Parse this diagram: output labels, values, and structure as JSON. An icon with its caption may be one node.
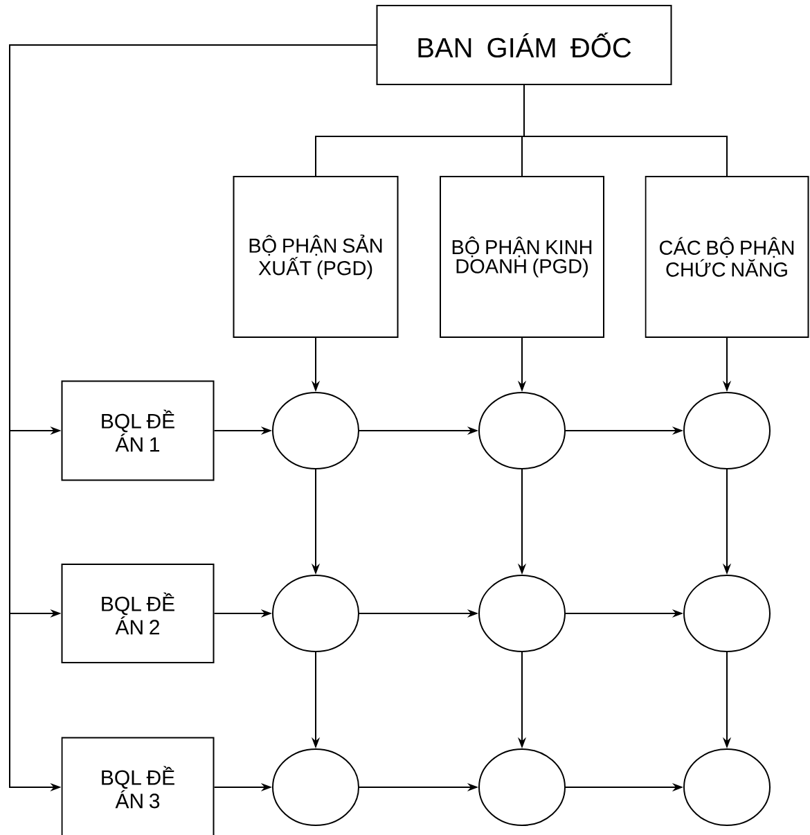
{
  "diagram": {
    "nodes": [
      {
        "text": [
          "BAN GIÁM ĐỐC"
        ]
      },
      {
        "text": [
          "BỘ PHẬN SẢN XUẤT (PGD)"
        ]
      },
      {
        "text": [
          "BỘ PHẬN KINH DOANH (PGD)"
        ]
      },
      {
        "text": [
          "CÁC BỘ PHẬN CHỨC NĂNG"
        ]
      },
      {
        "text": [
          "BQL ĐỀ ÁN 1"
        ]
      },
      {
        "text": [],
        "shape": "circle"
      },
      {
        "text": [],
        "shape": "circle"
      },
      {
        "text": [],
        "shape": "circle"
      },
      {
        "text": [
          "BQL ĐỀ ÁN 2"
        ]
      },
      {
        "text": [],
        "shape": "circle"
      },
      {
        "text": [],
        "shape": "circle"
      },
      {
        "text": [],
        "shape": "circle"
      },
      {
        "text": [
          "BQL ĐỀ ÁN 3"
        ]
      },
      {
        "text": [],
        "shape": "circle"
      },
      {
        "text": [],
        "shape": "circle"
      },
      {
        "text": [],
        "shape": "circle"
      }
    ],
    "edges": [
      {
        "from": 0,
        "to": 1,
        "arrow": "none"
      },
      {
        "from": 0,
        "to": 2,
        "arrow": "none"
      },
      {
        "from": 0,
        "to": 3,
        "arrow": "none"
      },
      {
        "from": 0,
        "to": 4,
        "arrow": "to"
      },
      {
        "from": 0,
        "to": 8,
        "arrow": "to"
      },
      {
        "from": 0,
        "to": 12,
        "arrow": "to"
      },
      {
        "from": 1,
        "to": 5,
        "arrow": "to"
      },
      {
        "from": 2,
        "to": 6,
        "arrow": "to"
      },
      {
        "from": 3,
        "to": 7,
        "arrow": "to"
      },
      {
        "from": 4,
        "to": 5,
        "arrow": "to"
      },
      {
        "from": 5,
        "to": 6,
        "arrow": "to"
      },
      {
        "from": 6,
        "to": 7,
        "arrow": "to"
      },
      {
        "from": 8,
        "to": 9,
        "arrow": "to"
      },
      {
        "from": 9,
        "to": 10,
        "arrow": "to"
      },
      {
        "from": 10,
        "to": 11,
        "arrow": "to"
      },
      {
        "from": 12,
        "to": 13,
        "arrow": "to"
      },
      {
        "from": 13,
        "to": 14,
        "arrow": "to"
      },
      {
        "from": 14,
        "to": 15,
        "arrow": "to"
      },
      {
        "from": 5,
        "to": 9,
        "arrow": "to"
      },
      {
        "from": 9,
        "to": 13,
        "arrow": "to"
      },
      {
        "from": 6,
        "to": 10,
        "arrow": "to"
      },
      {
        "from": 10,
        "to": 14,
        "arrow": "to"
      },
      {
        "from": 7,
        "to": 11,
        "arrow": "to"
      },
      {
        "from": 11,
        "to": 15,
        "arrow": "to"
      }
    ]
  }
}
